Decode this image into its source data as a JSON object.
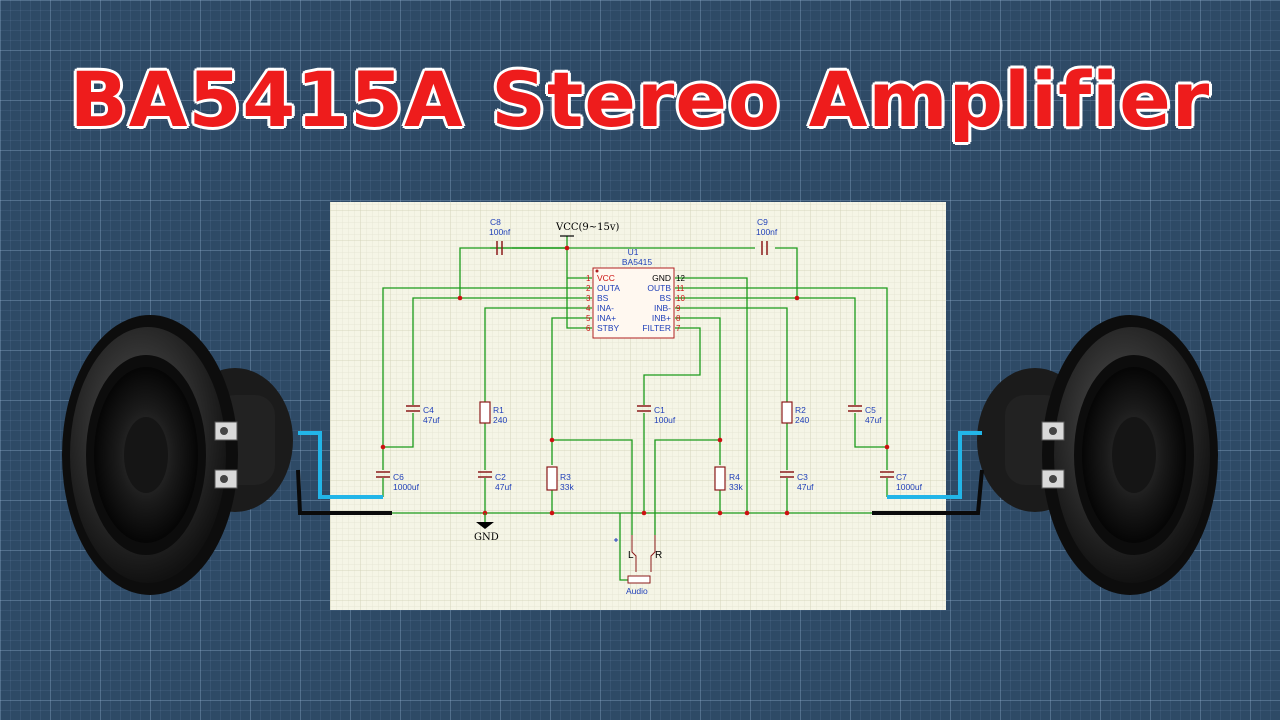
{
  "title": "BA5415A Stereo Amplifier",
  "colors": {
    "title": "#ee1c1c",
    "wire": "#1a9a1a",
    "label_blue": "#1f3fb8",
    "pin_red": "#cc1111",
    "speaker_wire_blue": "#22b5e8"
  },
  "schematic": {
    "vcc_label": "VCC(9~15v)",
    "gnd_label": "GND",
    "ic": {
      "ref": "U1",
      "part": "BA5415",
      "left_pins": [
        {
          "num": "1",
          "name": "VCC"
        },
        {
          "num": "2",
          "name": "OUTA"
        },
        {
          "num": "3",
          "name": "BS"
        },
        {
          "num": "4",
          "name": "INA-"
        },
        {
          "num": "5",
          "name": "INA+"
        },
        {
          "num": "6",
          "name": "STBY"
        }
      ],
      "right_pins": [
        {
          "num": "12",
          "name": "GND"
        },
        {
          "num": "11",
          "name": "OUTB"
        },
        {
          "num": "10",
          "name": "BS"
        },
        {
          "num": "9",
          "name": "INB-"
        },
        {
          "num": "8",
          "name": "INB+"
        },
        {
          "num": "7",
          "name": "FILTER"
        }
      ]
    },
    "components": {
      "c8": {
        "ref": "C8",
        "value": "100nf"
      },
      "c9": {
        "ref": "C9",
        "value": "100nf"
      },
      "c4": {
        "ref": "C4",
        "value": "47uf"
      },
      "c6": {
        "ref": "C6",
        "value": "1000uf"
      },
      "r1": {
        "ref": "R1",
        "value": "240"
      },
      "c2": {
        "ref": "C2",
        "value": "47uf"
      },
      "r3": {
        "ref": "R3",
        "value": "33k"
      },
      "c1": {
        "ref": "C1",
        "value": "100uf"
      },
      "r4": {
        "ref": "R4",
        "value": "33k"
      },
      "r2": {
        "ref": "R2",
        "value": "240"
      },
      "c3": {
        "ref": "C3",
        "value": "47uf"
      },
      "c5": {
        "ref": "C5",
        "value": "47uf"
      },
      "c7": {
        "ref": "C7",
        "value": "1000uf"
      }
    },
    "audio_jack": {
      "label": "Audio",
      "left": "L",
      "right": "R"
    }
  }
}
